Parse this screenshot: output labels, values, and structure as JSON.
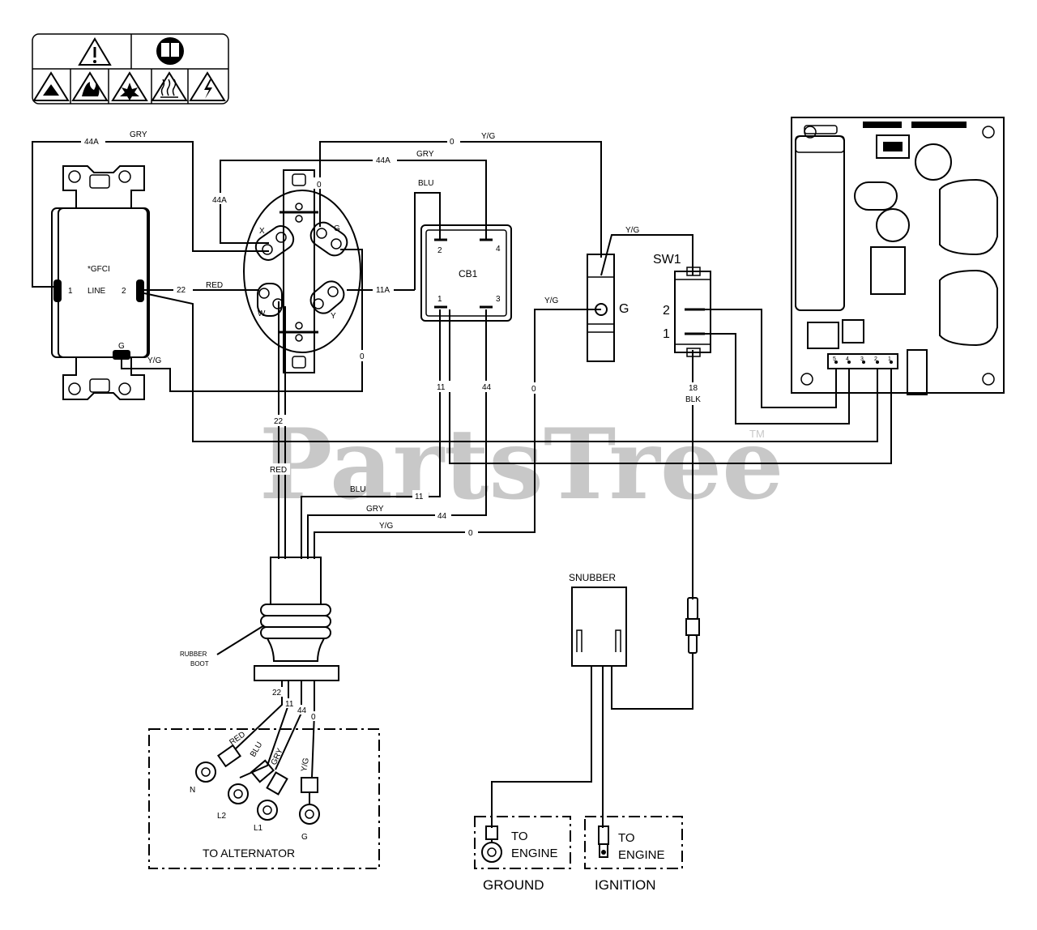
{
  "watermark": {
    "brand": "PartsTree",
    "tm": "TM"
  },
  "gfci": {
    "title": "*GFCI",
    "line": "LINE",
    "term1": "1",
    "term2": "2",
    "ground": "G"
  },
  "receptacle": {
    "x": "X",
    "g": "G",
    "w": "W",
    "y": "Y"
  },
  "breaker": {
    "name": "CB1",
    "t1": "1",
    "t2": "2",
    "t3": "3",
    "t4": "4"
  },
  "ground_block": {
    "label": "G"
  },
  "switch": {
    "name": "SW1",
    "t1": "1",
    "t2": "2"
  },
  "board": {
    "pins": [
      "5",
      "4",
      "3",
      "2",
      "1"
    ]
  },
  "wires": {
    "w44a_top": "44A",
    "gry_top": "GRY",
    "w0_top": "0",
    "yg_top": "Y/G",
    "w44a_mid": "44A",
    "gry_mid": "GRY",
    "w44a_left": "44A",
    "blu_cb": "BLU",
    "w22_gfci": "22",
    "red_gfci": "RED",
    "w11a": "11A",
    "yg_gfci": "Y/G",
    "w0_recept": "0",
    "w0_vert": "0",
    "yg_g": "Y/G",
    "yg_sw": "Y/G",
    "w11": "11",
    "w44": "44",
    "w18": "18",
    "blk": "BLK",
    "w22_vert": "22",
    "red_vert": "RED",
    "blu_bus": "BLU",
    "w11_bus": "11",
    "gry_bus": "GRY",
    "w44_bus": "44",
    "yg_bus": "Y/G",
    "w0_bus": "0",
    "alt_22": "22",
    "alt_11": "11",
    "alt_44": "44",
    "alt_0": "0",
    "alt_red": "RED",
    "alt_blu": "BLU",
    "alt_gry": "GRY",
    "alt_yg": "Y/G"
  },
  "boot": {
    "line1": "RUBBER",
    "line2": "BOOT"
  },
  "alternator": {
    "title": "TO ALTERNATOR",
    "n": "N",
    "l2": "L2",
    "l1": "L1",
    "g": "G"
  },
  "snubber": {
    "label": "SNUBBER"
  },
  "engine_ground": {
    "to": "TO",
    "engine": "ENGINE",
    "caption": "GROUND"
  },
  "engine_ignition": {
    "to": "TO",
    "engine": "ENGINE",
    "caption": "IGNITION"
  }
}
